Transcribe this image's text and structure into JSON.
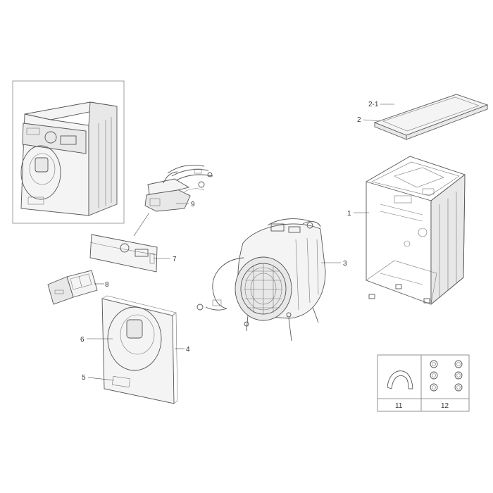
{
  "labels": {
    "p1": "1",
    "p2": "2",
    "p2_1": "2-1",
    "p3": "3",
    "p4": "4",
    "p5": "5",
    "p6": "6",
    "p7": "7",
    "p8": "8",
    "p9": "9",
    "p11": "11",
    "p12": "12"
  }
}
